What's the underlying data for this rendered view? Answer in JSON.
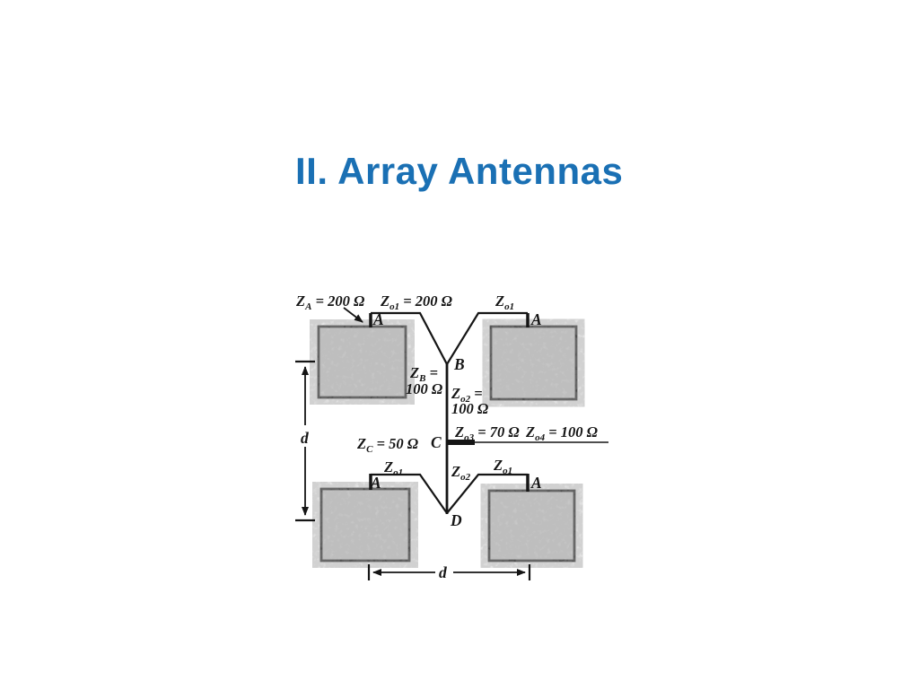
{
  "title": "II. Array Antennas",
  "colors": {
    "title_blue": "#1a70b4",
    "figure_ink": "#151515",
    "patch_gray": "#d3d3d3"
  },
  "figure": {
    "labels": {
      "za": {
        "base": "Z",
        "sub": "A",
        "rest": " = 200 Ω"
      },
      "zo1_top": {
        "base": "Z",
        "sub": "o1",
        "rest": " = 200 Ω"
      },
      "zo1_top_right": {
        "base": "Z",
        "sub": "o1",
        "rest": ""
      },
      "zb_line1": {
        "base": "Z",
        "sub": "B",
        "rest": " ="
      },
      "zb_line2": "100 Ω",
      "zo2_line1": {
        "base": "Z",
        "sub": "o2",
        "rest": " ="
      },
      "zo2_line2": "100 Ω",
      "zo3": {
        "base": "Z",
        "sub": "o3",
        "rest": " = 70 Ω"
      },
      "zo4": {
        "base": "Z",
        "sub": "o4",
        "rest": " = 100 Ω"
      },
      "zc": {
        "base": "Z",
        "sub": "C",
        "rest": " = 50 Ω"
      },
      "zo1_bottom_left": {
        "base": "Z",
        "sub": "o1",
        "rest": ""
      },
      "zo2_bottom": {
        "base": "Z",
        "sub": "o2",
        "rest": ""
      },
      "zo1_bottom_right": {
        "base": "Z",
        "sub": "o1",
        "rest": ""
      },
      "feed_point": "A",
      "node_b": "B",
      "node_c": "C",
      "node_d": "D",
      "dim_vertical": "d",
      "dim_horizontal": "d"
    }
  }
}
